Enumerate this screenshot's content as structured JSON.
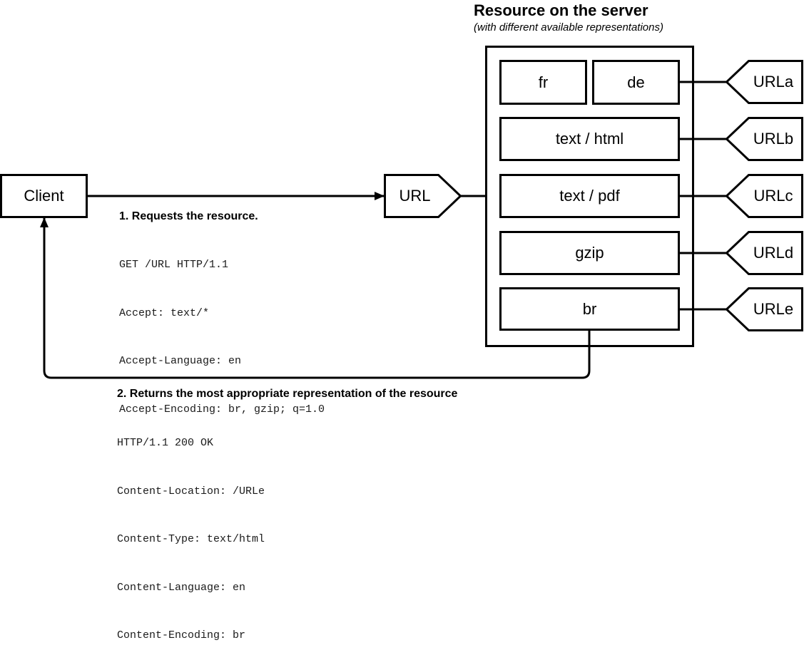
{
  "server": {
    "title": "Resource on the server",
    "subtitle": "(with different available representations)",
    "representations": {
      "fr": "fr",
      "de": "de",
      "html": "text / html",
      "pdf": "text / pdf",
      "gzip": "gzip",
      "br": "br"
    },
    "urls": [
      "URLa",
      "URLb",
      "URLc",
      "URLd",
      "URLe"
    ]
  },
  "client": {
    "label": "Client"
  },
  "entry_url": {
    "label": "URL"
  },
  "request": {
    "title": "1. Requests the resource.",
    "lines": [
      "GET /URL HTTP/1.1",
      "Accept: text/*",
      "Accept-Language: en",
      "Accept-Encoding: br, gzip; q=1.0"
    ]
  },
  "response": {
    "title": "2. Returns the most appropriate representation of the resource",
    "lines": [
      "HTTP/1.1 200 OK",
      "Content-Location: /URLe",
      "Content-Type: text/html",
      "Content-Language: en",
      "Content-Encoding: br"
    ]
  },
  "colors": {
    "stroke": "#000000",
    "background": "#ffffff",
    "code_text": "#1a1a1a"
  }
}
